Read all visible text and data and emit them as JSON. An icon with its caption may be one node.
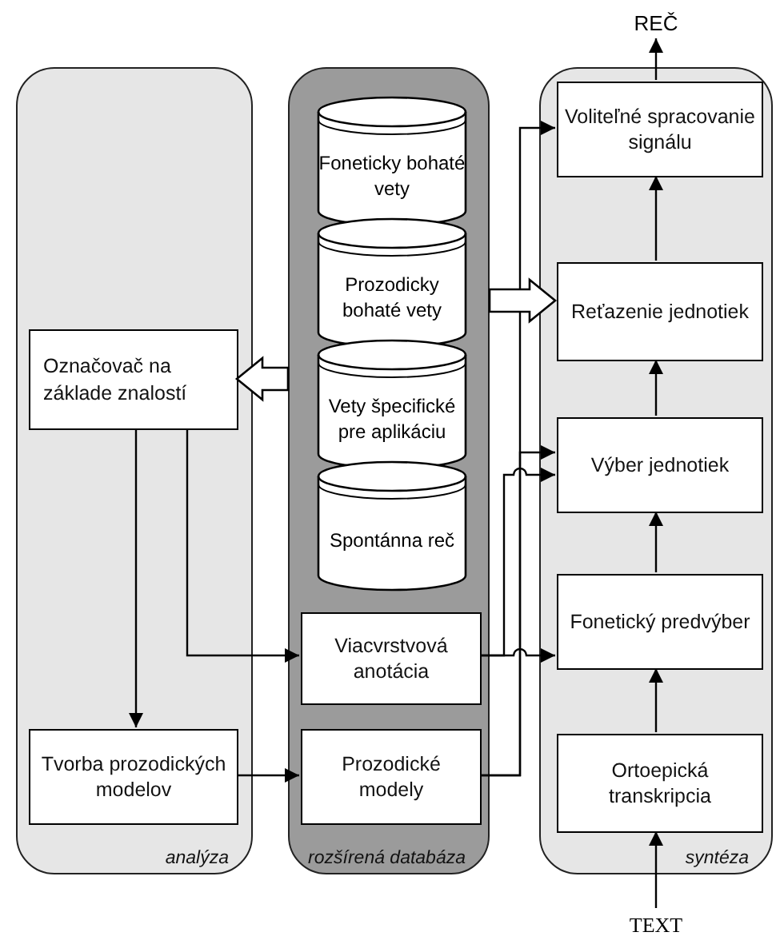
{
  "diagram": {
    "nodes": [
      {
        "text": [
          "REČ"
        ]
      },
      {
        "text": [
          "analýza"
        ]
      },
      {
        "text": [
          "Označovač na základe znalostí"
        ],
        "in": 1
      },
      {
        "text": [
          "Tvorba prozodických modelov"
        ],
        "in": 1
      },
      {
        "text": [
          "rozšírená databáza"
        ]
      },
      {
        "text": [
          "Foneticky bohaté vety"
        ],
        "in": 4
      },
      {
        "text": [
          "Prozodicky bohaté vety"
        ],
        "in": 4
      },
      {
        "text": [
          "Vety špecifické pre aplikáciu"
        ],
        "in": 4
      },
      {
        "text": [
          "Spontánna reč"
        ],
        "in": 4
      },
      {
        "text": [
          "Viacvrstvová anotácia"
        ],
        "in": 4
      },
      {
        "text": [
          "Prozodické modely"
        ],
        "in": 4
      },
      {
        "text": [
          "syntéza"
        ]
      },
      {
        "text": [
          "Voliteľné spracovanie signálu"
        ],
        "in": 11
      },
      {
        "text": [
          "Reťazenie jednotiek"
        ],
        "in": 11
      },
      {
        "text": [
          "Výber jednotiek"
        ],
        "in": 11
      },
      {
        "text": [
          "Fonetický predvýber"
        ],
        "in": 11
      },
      {
        "text": [
          "Ortoepická transkripcia"
        ],
        "in": 11
      },
      {
        "text": [
          "TEXT"
        ]
      }
    ],
    "edges": [
      {
        "from": 17,
        "to": 16,
        "arrow": "to"
      },
      {
        "from": 16,
        "to": 15,
        "arrow": "to"
      },
      {
        "from": 15,
        "to": 14,
        "arrow": "to"
      },
      {
        "from": 14,
        "to": 13,
        "arrow": "to"
      },
      {
        "from": 13,
        "to": 12,
        "arrow": "to"
      },
      {
        "from": 12,
        "to": 0,
        "arrow": "to"
      },
      {
        "from": 2,
        "to": 3,
        "arrow": "to"
      },
      {
        "from": 2,
        "to": 9,
        "arrow": "to"
      },
      {
        "from": 3,
        "to": 10,
        "arrow": "to"
      },
      {
        "from": 10,
        "to": 12,
        "arrow": "to"
      },
      {
        "from": 10,
        "to": 14,
        "arrow": "to"
      },
      {
        "from": 9,
        "to": 14,
        "arrow": "to"
      },
      {
        "from": 9,
        "to": 15,
        "arrow": "to"
      },
      {
        "from": 4,
        "to": 2,
        "arrow": "to",
        "style": "thick"
      },
      {
        "from": 4,
        "to": 13,
        "arrow": "to",
        "style": "thick"
      }
    ]
  }
}
